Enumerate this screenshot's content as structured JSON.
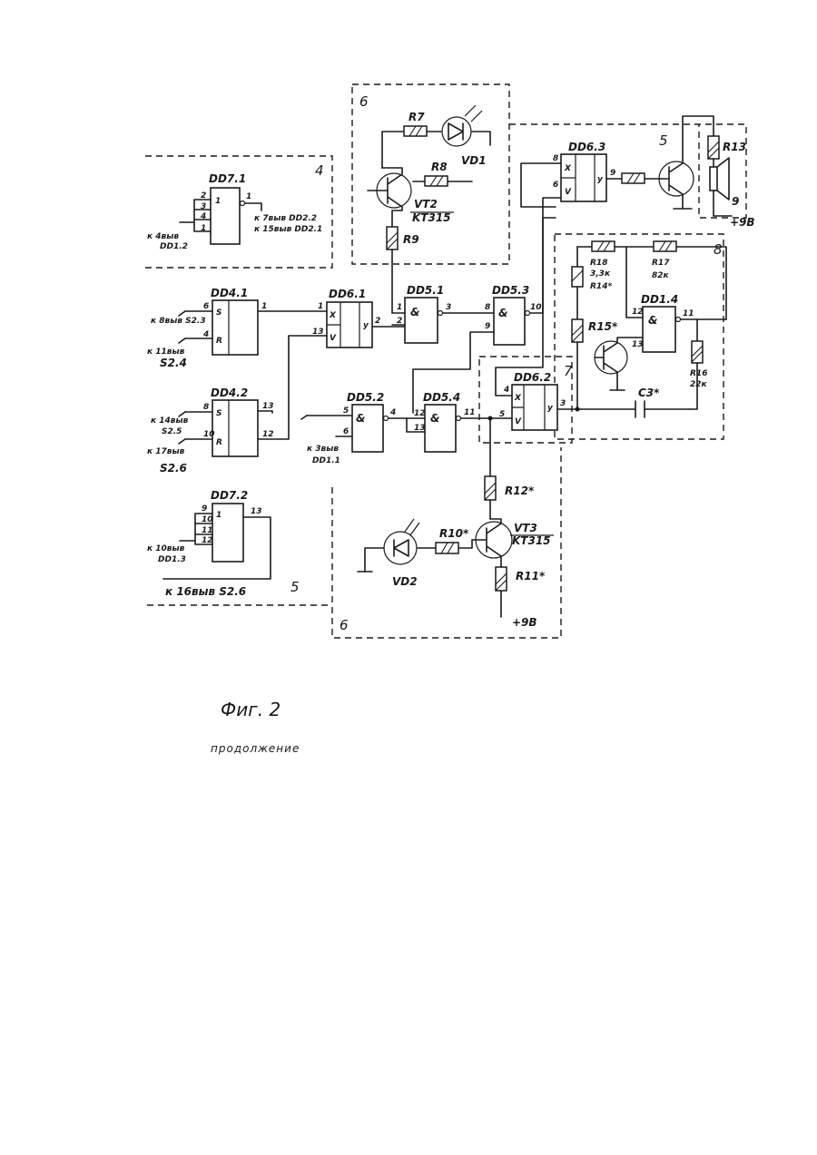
{
  "figure": {
    "caption": "Фиг. 2",
    "subcaption": "продолжение"
  },
  "blocks": {
    "b4": "4",
    "b6top": "6",
    "b5top": "5",
    "b7": "7",
    "b8": "8",
    "b5bottom": "5",
    "b6bottom": "6"
  },
  "chips": {
    "dd7_1": "DD7.1",
    "dd4_1": "DD4.1",
    "dd4_2": "DD4.2",
    "dd6_1": "DD6.1",
    "dd5_1": "DD5.1",
    "dd5_3": "DD5.3",
    "dd5_2": "DD5.2",
    "dd5_4": "DD5.4",
    "dd6_2": "DD6.2",
    "dd6_3": "DD6.3",
    "dd1_4": "DD1.4",
    "dd7_2": "DD7.2"
  },
  "components": {
    "r7": "R7",
    "r8": "R8",
    "r9": "R9",
    "vd1": "VD1",
    "vt2": "VT2",
    "vt2_type": "KT315",
    "r13": "R13",
    "spk": "9",
    "plus9_top": "+9B",
    "r18": "R18",
    "r18_val": "3,3к",
    "r14": "R14*",
    "r17": "R17",
    "r17_val": "82к",
    "r15": "R15*",
    "r16": "R16",
    "r16_val": "22к",
    "c3": "C3*",
    "r12": "R12*",
    "r10": "R10*",
    "r11": "R11*",
    "vt3": "VT3",
    "vt3_type": "KT315",
    "vd2": "VD2",
    "plus9_bottom": "+9B"
  },
  "connections": {
    "dd7_1_out": "к 7выв DD2.2",
    "dd7_1_out2": "к 15выв DD2.1",
    "dd7_1_in": "к 4выв",
    "dd7_1_in2": "DD1.2",
    "dd4_1_s": "к 8выв S2.3",
    "dd4_1_r": "к 11выв",
    "dd4_1_r2": "S2.4",
    "dd4_2_s": "к 14выв",
    "dd4_2_s2": "S2.5",
    "dd4_2_r": "к 17выв",
    "dd4_2_r2": "S2.6",
    "dd5_2_in": "к 3выв",
    "dd5_2_in2": "DD1.1",
    "dd7_2_in": "к 10выв",
    "dd7_2_in2": "DD1.3",
    "dd7_2_out": "к 16выв S2.6"
  },
  "pins": {
    "dd7_1": [
      "2",
      "3",
      "4",
      "1",
      "1"
    ],
    "dd4_1": [
      "6",
      "4",
      "1"
    ],
    "dd4_2": [
      "8",
      "10",
      "13",
      "12"
    ],
    "dd6_1": [
      "1",
      "13",
      "2"
    ],
    "dd5_1": [
      "1",
      "2",
      "3"
    ],
    "dd5_3": [
      "8",
      "9",
      "10"
    ],
    "dd5_2": [
      "5",
      "6",
      "4"
    ],
    "dd5_4": [
      "12",
      "13",
      "11"
    ],
    "dd6_2": [
      "4",
      "5",
      "3"
    ],
    "dd6_3": [
      "8",
      "6",
      "9"
    ],
    "dd1_4": [
      "12",
      "13",
      "11"
    ],
    "dd7_2": [
      "9",
      "10",
      "11",
      "12",
      "13"
    ]
  },
  "gate_symbols": {
    "and": "&",
    "x": "X",
    "v": "V",
    "y": "y",
    "s": "S",
    "r": "R",
    "one": "1"
  }
}
